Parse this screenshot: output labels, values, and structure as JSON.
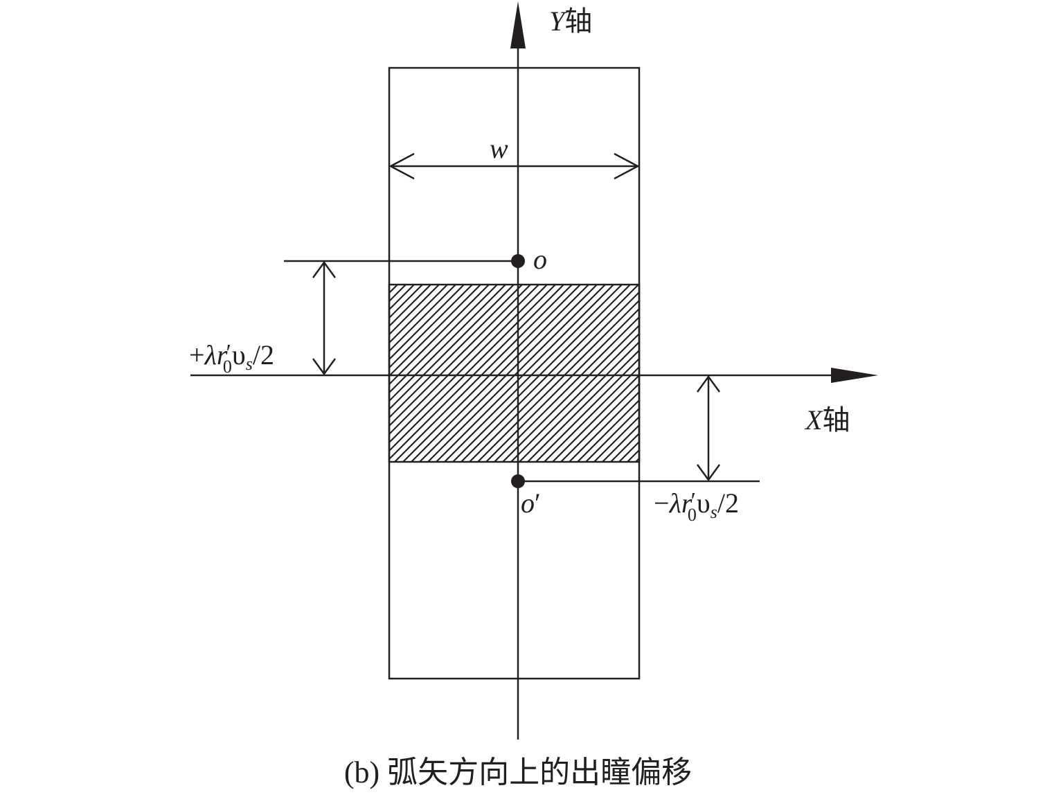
{
  "diagram": {
    "y_axis_label": {
      "var": "Y",
      "suffix": "轴"
    },
    "x_axis_label": {
      "var": "X",
      "suffix": "轴"
    },
    "width_label": "w",
    "origin_label": "o",
    "shifted_origin_label": {
      "base": "o",
      "prime": "′"
    },
    "plus_offset_label": {
      "sign": "+",
      "lambda": "λ",
      "r": "r",
      "prime": "′",
      "sub0": "0",
      "upsilon": "υ",
      "subs": "s",
      "tail": "/2"
    },
    "minus_offset_label": {
      "sign": "−",
      "lambda": "λ",
      "r": "r",
      "prime": "′",
      "sub0": "0",
      "upsilon": "υ",
      "subs": "s",
      "tail": "/2"
    },
    "caption": "(b) 弧矢方向上的出瞳偏移",
    "colors": {
      "ink": "#231f20",
      "background": "#ffffff"
    }
  }
}
